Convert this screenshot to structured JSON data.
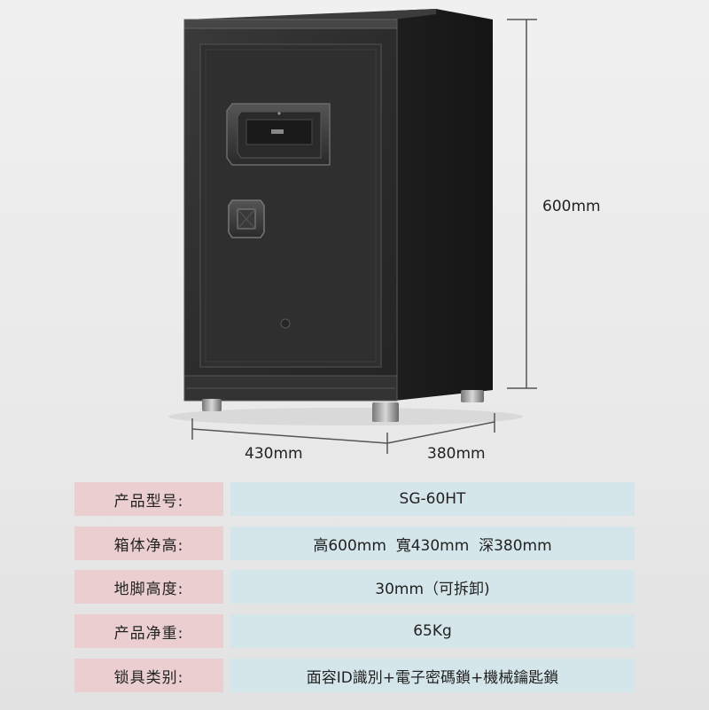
{
  "dimensions": {
    "height": "600mm",
    "width": "430mm",
    "depth": "380mm"
  },
  "specs": [
    {
      "label": "产品型号:",
      "value": "SG-60HT"
    },
    {
      "label": "箱体净高:",
      "value": "高600mm  寬430mm  深380mm"
    },
    {
      "label": "地脚高度:",
      "value": "30mm（可拆卸)"
    },
    {
      "label": "产品净重:",
      "value": "65Kg"
    },
    {
      "label": "锁具类别:",
      "value": "面容ID識別+電子密碼鎖+機械鑰匙鎖"
    }
  ],
  "colors": {
    "label_bg": "#ebcfd0",
    "value_bg": "#d4e6ea",
    "safe_body": "#2e2e2e"
  }
}
